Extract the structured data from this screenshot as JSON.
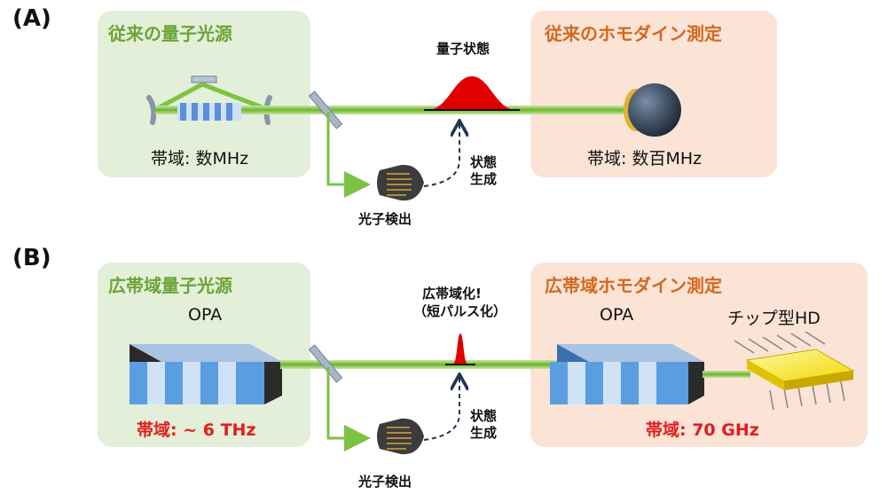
{
  "panels": [
    {
      "label": "(A)",
      "left_box": {
        "title": "従来の量子光源",
        "band": "帯域: 数MHz"
      },
      "right_box": {
        "title": "従来のホモダイン測定",
        "band": "帯域: 数百MHz"
      },
      "pulse_label": "量子状態",
      "state_gen_lines": [
        "状態",
        "生成"
      ],
      "detector_label": "光子検出"
    },
    {
      "label": "(B)",
      "left_box": {
        "title": "広帯域量子光源",
        "component": "OPA",
        "band": "帯域: ~ 6 THz"
      },
      "right_box": {
        "title": "広帯域ホモダイン測定",
        "component": "OPA",
        "chip": "チップ型HD",
        "band": "帯域: 70 GHz"
      },
      "pulse_label_lines": [
        "広帯域化!",
        "（短パルス化）"
      ],
      "state_gen_lines": [
        "状態",
        "生成"
      ],
      "detector_label": "光子検出"
    }
  ],
  "colors": {
    "green_box": "#e4efd9",
    "orange_box": "#fbe3d6",
    "green_text": "#6aa537",
    "orange_text": "#d2691e",
    "red_text": "#e21d1d",
    "beam": "#7fc241",
    "pulse": "#e00000",
    "crystal": "#4a90d9",
    "chip": "#f5e21a"
  },
  "icons": [
    "curved-mirror-icon",
    "flat-mirror-icon",
    "beam-splitter-icon",
    "photodetector-icon",
    "crystal-icon",
    "chip-icon"
  ]
}
